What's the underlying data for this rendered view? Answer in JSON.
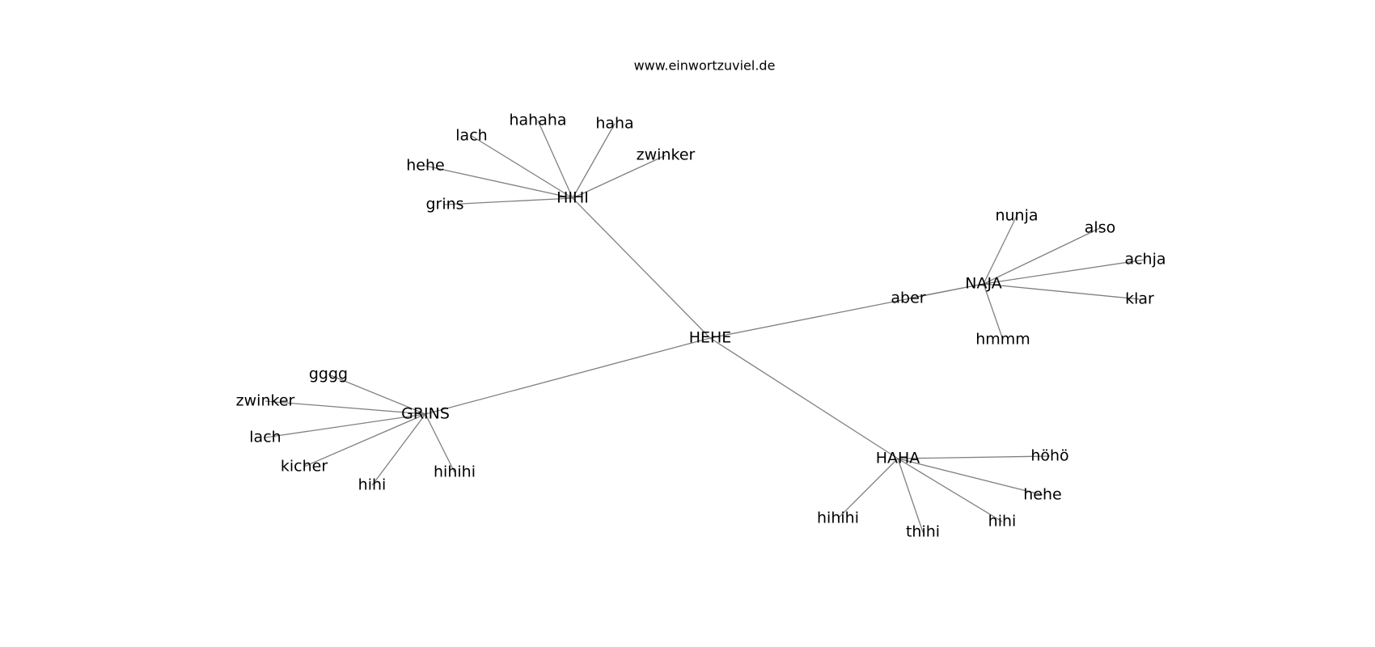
{
  "header": {
    "site": "www.einwortzuviel.de"
  },
  "colors": {
    "edge": "#808080",
    "text": "#000000",
    "background": "#ffffff"
  },
  "nodes": [
    {
      "id": "HEHE",
      "label": "HEHE"
    },
    {
      "id": "HIHI",
      "label": "HIHI"
    },
    {
      "id": "NAJA",
      "label": "NAJA"
    },
    {
      "id": "GRINS",
      "label": "GRINS"
    },
    {
      "id": "HAHA",
      "label": "HAHA"
    },
    {
      "id": "hihi-lach",
      "label": "lach"
    },
    {
      "id": "hihi-hahaha",
      "label": "hahaha"
    },
    {
      "id": "hihi-haha",
      "label": "haha"
    },
    {
      "id": "hihi-zwinker",
      "label": "zwinker"
    },
    {
      "id": "hihi-hehe",
      "label": "hehe"
    },
    {
      "id": "hihi-grins",
      "label": "grins"
    },
    {
      "id": "naja-nunja",
      "label": "nunja"
    },
    {
      "id": "naja-also",
      "label": "also"
    },
    {
      "id": "naja-achja",
      "label": "achja"
    },
    {
      "id": "naja-klar",
      "label": "klar"
    },
    {
      "id": "naja-hmmm",
      "label": "hmmm"
    },
    {
      "id": "naja-aber",
      "label": "aber"
    },
    {
      "id": "grins-gggg",
      "label": "gggg"
    },
    {
      "id": "grins-zwinker",
      "label": "zwinker"
    },
    {
      "id": "grins-lach",
      "label": "lach"
    },
    {
      "id": "grins-kicher",
      "label": "kicher"
    },
    {
      "id": "grins-hihi",
      "label": "hihi"
    },
    {
      "id": "grins-hihihi",
      "label": "hihihi"
    },
    {
      "id": "haha-hoho",
      "label": "höhö"
    },
    {
      "id": "haha-hehe",
      "label": "hehe"
    },
    {
      "id": "haha-hihi",
      "label": "hihi"
    },
    {
      "id": "haha-thihi",
      "label": "thihi"
    },
    {
      "id": "haha-hihihi",
      "label": "hihihi"
    }
  ],
  "edges": [
    [
      "HEHE",
      "HIHI"
    ],
    [
      "HEHE",
      "NAJA"
    ],
    [
      "HEHE",
      "GRINS"
    ],
    [
      "HEHE",
      "HAHA"
    ],
    [
      "HIHI",
      "hihi-lach"
    ],
    [
      "HIHI",
      "hihi-hahaha"
    ],
    [
      "HIHI",
      "hihi-haha"
    ],
    [
      "HIHI",
      "hihi-zwinker"
    ],
    [
      "HIHI",
      "hihi-hehe"
    ],
    [
      "HIHI",
      "hihi-grins"
    ],
    [
      "NAJA",
      "naja-nunja"
    ],
    [
      "NAJA",
      "naja-also"
    ],
    [
      "NAJA",
      "naja-achja"
    ],
    [
      "NAJA",
      "naja-klar"
    ],
    [
      "NAJA",
      "naja-hmmm"
    ],
    [
      "NAJA",
      "naja-aber"
    ],
    [
      "GRINS",
      "grins-gggg"
    ],
    [
      "GRINS",
      "grins-zwinker"
    ],
    [
      "GRINS",
      "grins-lach"
    ],
    [
      "GRINS",
      "grins-kicher"
    ],
    [
      "GRINS",
      "grins-hihi"
    ],
    [
      "GRINS",
      "grins-hihihi"
    ],
    [
      "HAHA",
      "haha-hoho"
    ],
    [
      "HAHA",
      "haha-hehe"
    ],
    [
      "HAHA",
      "haha-hihi"
    ],
    [
      "HAHA",
      "haha-thihi"
    ],
    [
      "HAHA",
      "haha-hihihi"
    ]
  ]
}
